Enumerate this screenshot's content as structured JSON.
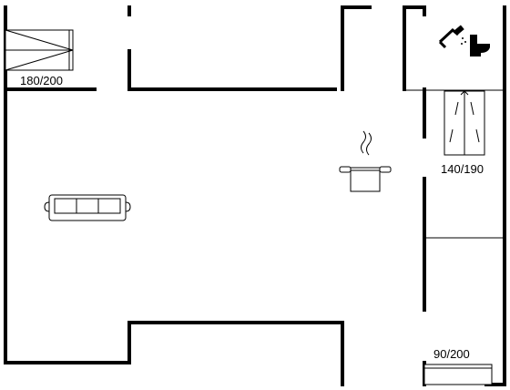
{
  "floorplan": {
    "labels": {
      "bed_double": "180/200",
      "bed_bunk": "140/190",
      "bed_single": "90/200"
    },
    "icons": {
      "double_bed": "bed-icon",
      "bunk_bed": "bunk-bed-icon",
      "single_bed": "bed-icon",
      "sofa": "sofa-icon",
      "kitchen": "cooking-pot-icon",
      "bathroom": "shower-toilet-icon"
    },
    "colors": {
      "line": "#000000",
      "background": "#ffffff"
    }
  }
}
